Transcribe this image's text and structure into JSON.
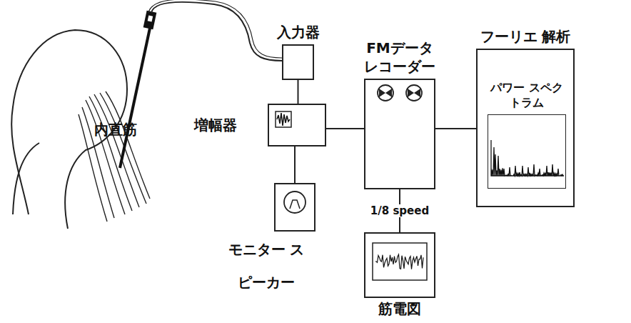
{
  "diagram": {
    "nodes": [
      {
        "text": [
          "入力器"
        ]
      },
      {
        "text": [
          "増幅器"
        ]
      },
      {
        "text": [
          "FMデータ レコーダー"
        ]
      },
      {
        "text": [
          "フーリエ 解析"
        ]
      },
      {
        "text": [
          "パワー スペクトラム"
        ],
        "in": 3
      },
      {
        "text": [
          "モニター スピーカー"
        ]
      },
      {
        "text": [
          "筋電図"
        ]
      }
    ],
    "edges": [
      {
        "from": 0,
        "to": 1,
        "arrow": "none"
      },
      {
        "from": 1,
        "to": 5,
        "arrow": "none"
      },
      {
        "from": 1,
        "to": 2,
        "arrow": "none"
      },
      {
        "from": 2,
        "to": 3,
        "arrow": "none"
      },
      {
        "from": 2,
        "to": 6,
        "label": "1/8 speed",
        "arrow": "none"
      }
    ],
    "labels": [
      "内直筋"
    ]
  }
}
